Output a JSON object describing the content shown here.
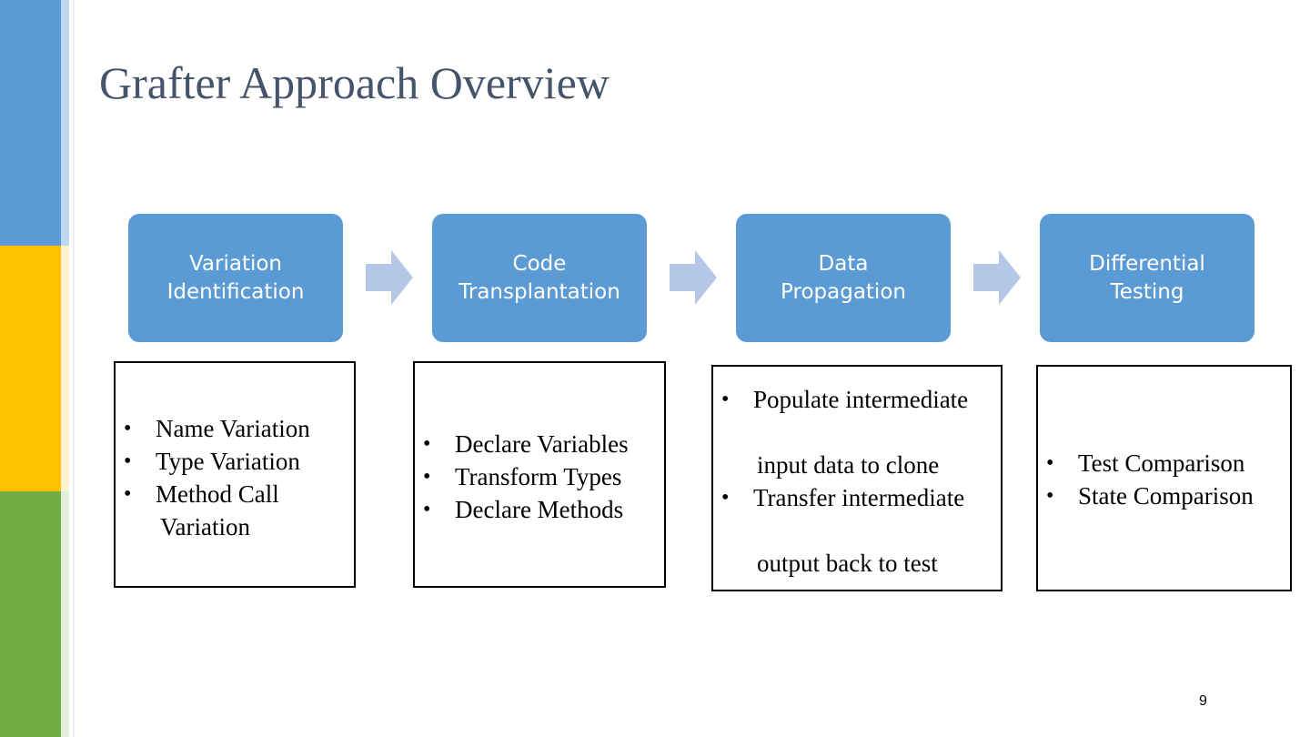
{
  "slide": {
    "title": "Grafter Approach Overview",
    "page_number": "9"
  },
  "colors": {
    "title": "#44546a",
    "step_fill": "#5b9bd5",
    "arrow_fill": "#b4c7e7",
    "sidebar_blue": "#5b9bd5",
    "sidebar_gold": "#ffc000",
    "sidebar_green": "#70ad47"
  },
  "steps": [
    {
      "label": "Variation\nIdentification"
    },
    {
      "label": "Code\nTransplantation"
    },
    {
      "label": "Data\nPropagation"
    },
    {
      "label": "Differential\nTesting"
    }
  ],
  "details": [
    {
      "items": [
        "Name Variation",
        "Type Variation",
        "Method Call"
      ],
      "continuation": "Variation"
    },
    {
      "items": [
        "Declare Variables",
        "Transform Types",
        "Declare Methods"
      ]
    },
    {
      "items": [
        "Populate intermediate",
        "Transfer intermediate"
      ],
      "continuations": [
        "input data to clone",
        "output back to test"
      ]
    },
    {
      "items": [
        "Test Comparison",
        "State Comparison"
      ]
    }
  ]
}
